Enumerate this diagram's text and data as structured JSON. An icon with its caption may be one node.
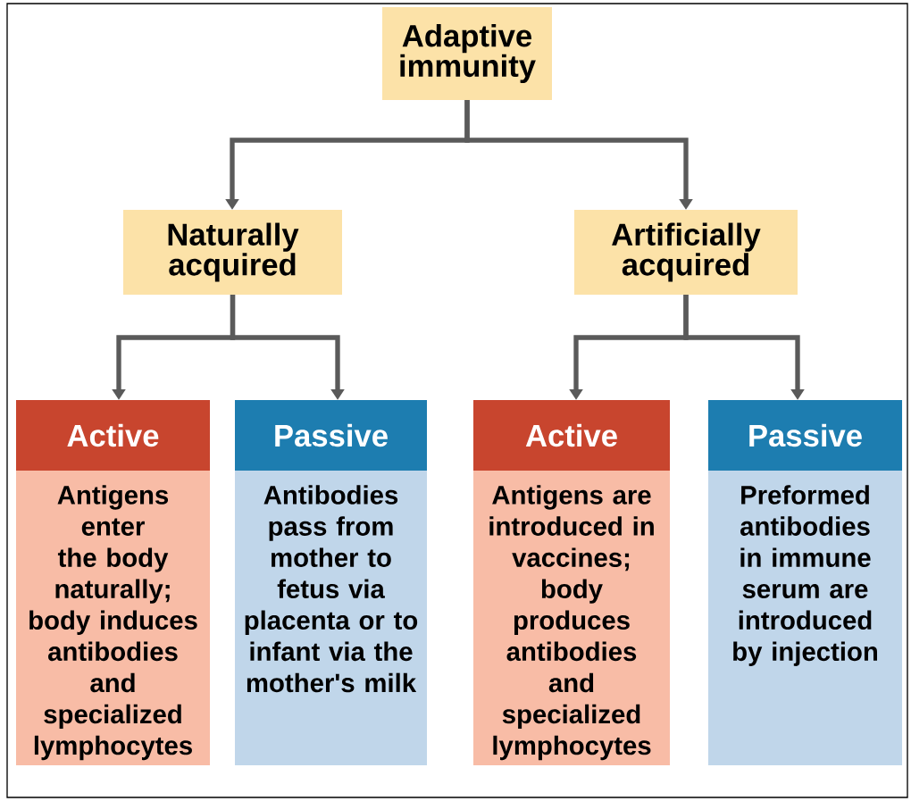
{
  "diagram": {
    "nodes": [
      {
        "text": [
          "Adaptive immunity"
        ]
      },
      {
        "text": [
          "Naturally acquired"
        ]
      },
      {
        "text": [
          "Artificially acquired"
        ]
      },
      {
        "text": [
          "Active",
          "Antigens enter the body naturally; body induces antibodies and specialized lymphocytes"
        ]
      },
      {
        "text": [
          "Passive",
          "Antibodies pass from mother to fetus via placenta or to infant via the mother's milk"
        ]
      },
      {
        "text": [
          "Active",
          "Antigens are introduced in vaccines; body produces antibodies and specialized lymphocytes"
        ]
      },
      {
        "text": [
          "Passive",
          "Preformed antibodies in immune serum are introduced by injection"
        ]
      }
    ],
    "edges": [
      {
        "from": 0,
        "to": 1,
        "arrow": "to"
      },
      {
        "from": 0,
        "to": 2,
        "arrow": "to"
      },
      {
        "from": 1,
        "to": 3,
        "arrow": "to"
      },
      {
        "from": 1,
        "to": 4,
        "arrow": "to"
      },
      {
        "from": 2,
        "to": 5,
        "arrow": "to"
      },
      {
        "from": 2,
        "to": 6,
        "arrow": "to"
      }
    ]
  }
}
